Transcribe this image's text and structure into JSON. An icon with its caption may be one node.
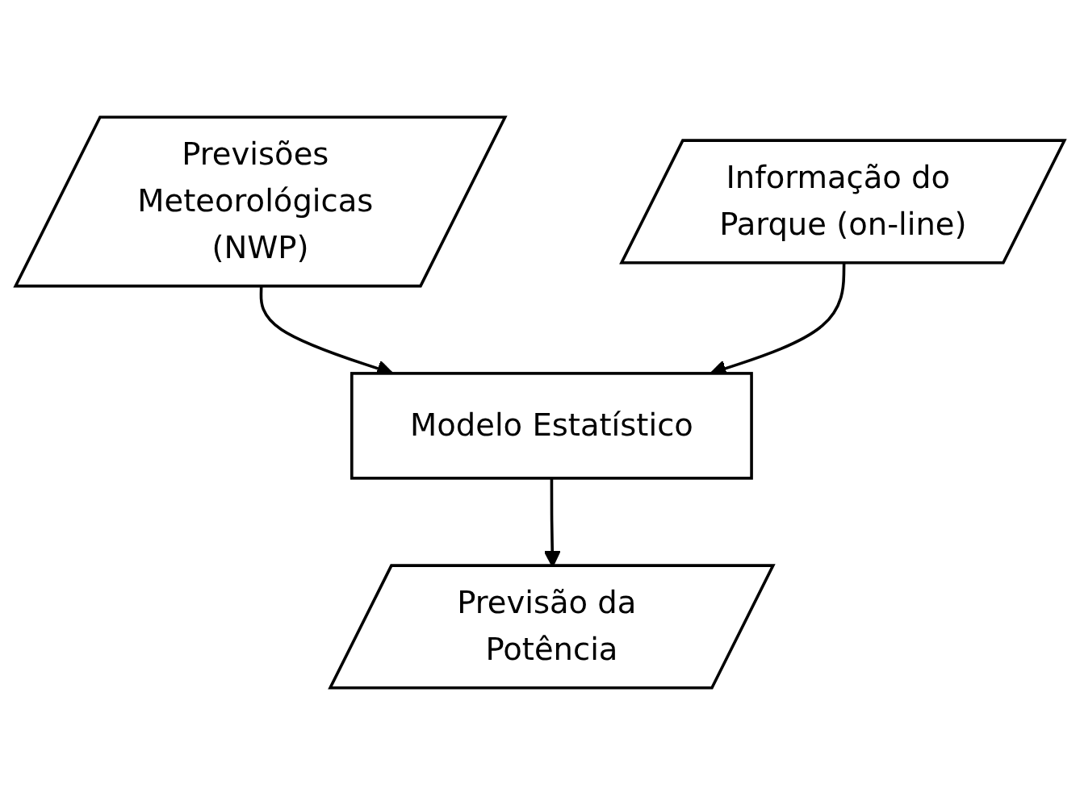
{
  "diagram": {
    "nodes": [
      {
        "text": [
          "Previsões Meteorológicas (NWP)"
        ]
      },
      {
        "text": [
          "Informação do Parque (on-line)"
        ]
      },
      {
        "text": [
          "Modelo Estatístico"
        ]
      },
      {
        "text": [
          "Previsão da Potência"
        ]
      }
    ],
    "edges": [
      {
        "from": 0,
        "to": 2,
        "arrow": "to"
      },
      {
        "from": 1,
        "to": 2,
        "arrow": "to"
      },
      {
        "from": 2,
        "to": 3,
        "arrow": "to"
      }
    ]
  }
}
